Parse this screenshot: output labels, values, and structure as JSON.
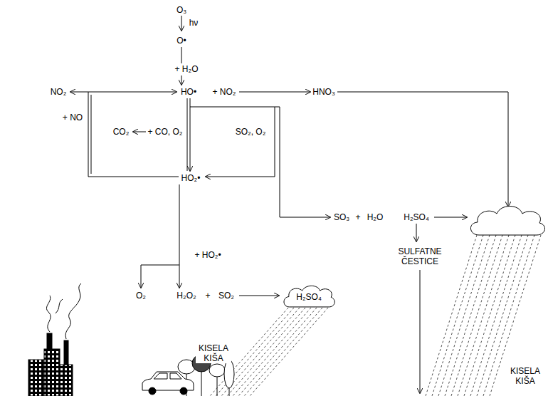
{
  "diagram": {
    "nodes": [
      {
        "text": [
          "H₂SO₄"
        ]
      }
    ],
    "labels": [
      "O₃",
      "hν",
      "O•",
      "+ H₂O",
      "HO•",
      "+ NO₂",
      "HNO₃",
      "NO₂",
      "+ NO",
      "CO₂",
      "+ CO, O₂",
      "SO₂, O₂",
      "HO₂•",
      "SO₃",
      "+",
      "H₂O",
      "H₂SO₄",
      "SULFATNE ČESTICE",
      "+ HO₂•",
      "O₂",
      "H₂O₂",
      "+",
      "SO₂",
      "KISELA KIŠA",
      "KISELA KIŠA"
    ]
  }
}
